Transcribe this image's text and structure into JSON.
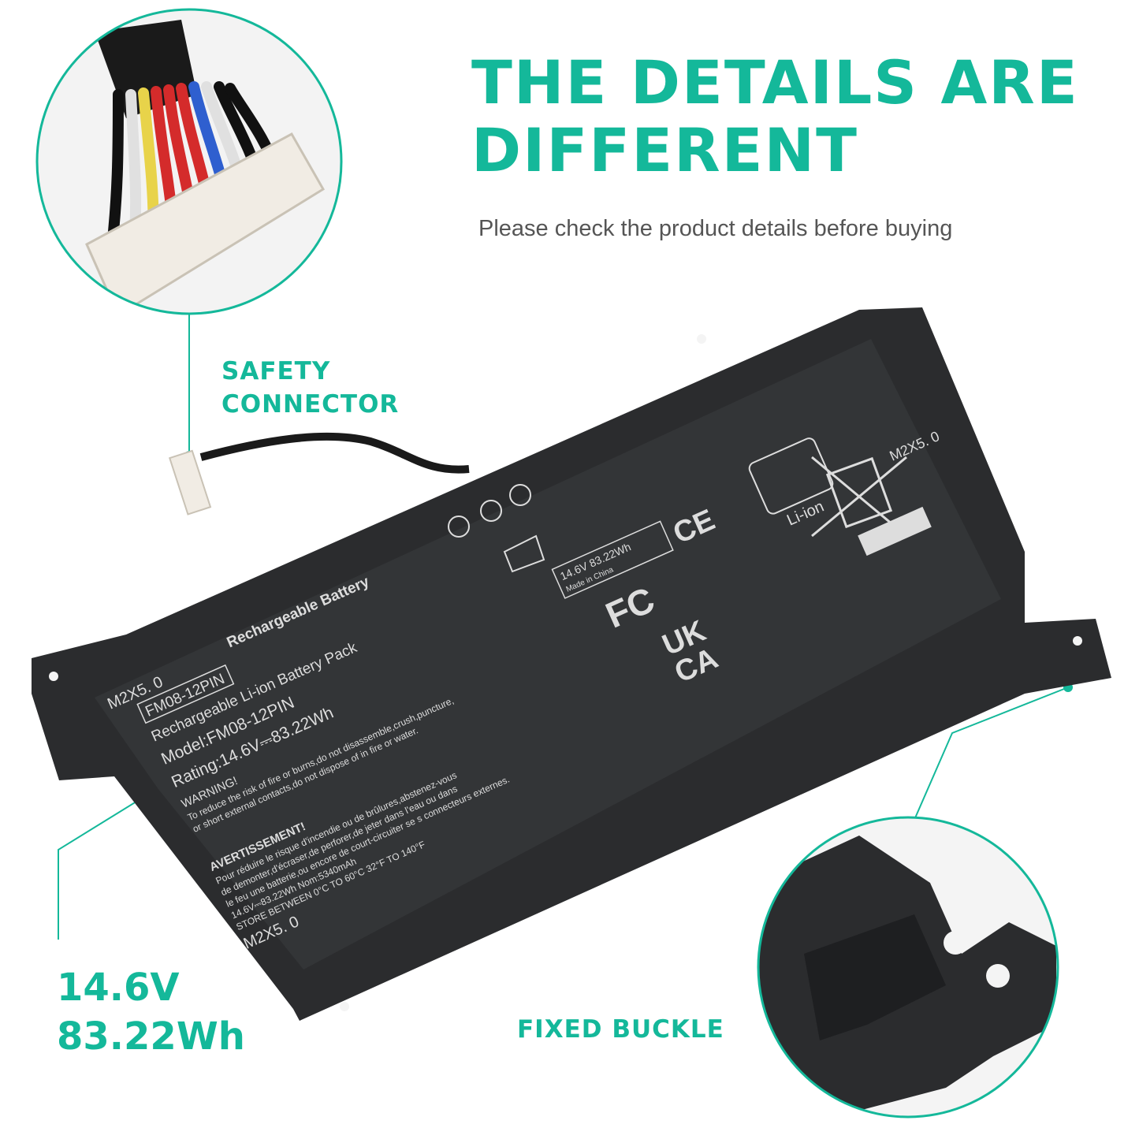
{
  "colors": {
    "accent": "#14b89a",
    "subtitle_text": "#555555",
    "battery_body": "#2b2c2e",
    "battery_label": "#dddddd"
  },
  "headline": {
    "line1": "THE DETAILS ARE",
    "line2": "DIFFERENT"
  },
  "subtitle": "Please check the product details before buying",
  "callouts": {
    "safety_connector": {
      "line1": "SAFETY",
      "line2": "CONNECTOR"
    },
    "fixed_buckle": "FIXED BUCKLE"
  },
  "specs": {
    "voltage": "14.6V",
    "capacity": "83.22Wh"
  },
  "battery_label": {
    "screw_mark": "M2X5. 0",
    "model_box": "FM08-12PIN",
    "title": "Rechargeable Battery",
    "pack": "Rechargeable Li-ion Battery Pack",
    "model": "Model:FM08-12PIN",
    "rating": "Rating:14.6V⎓83.22Wh",
    "warning": "WARNING!",
    "warning_text_1": "To reduce the risk of fire or burns,do not disassemble,crush,puncture,",
    "warning_text_2": "or short external contacts,do not dispose of in fire or water.",
    "avertissement": "AVERTISSEMENT!",
    "fr_text_1": "Pour réduire le risque d'incendie ou de brûlures,abstenez-vous",
    "fr_text_2": "de demonter,d'écraser,de perforer,de jeter dans l'eau ou dans",
    "fr_text_3": "le feu une batterie,ou encore de court-circuiter se s connecteurs externes.",
    "nominal": "14.6V⎓83.22Wh  Nom:5340mAh",
    "store": "STORE BETWEEN 0°C TO 60°C 32°F TO 140°F",
    "rating_box_line1": "14.6V   83.22Wh",
    "rating_box_line2": "Made in China",
    "li_ion": "Li-ion",
    "ce": "CE",
    "fc": "FC",
    "ukca_1": "UK",
    "ukca_2": "CA"
  }
}
